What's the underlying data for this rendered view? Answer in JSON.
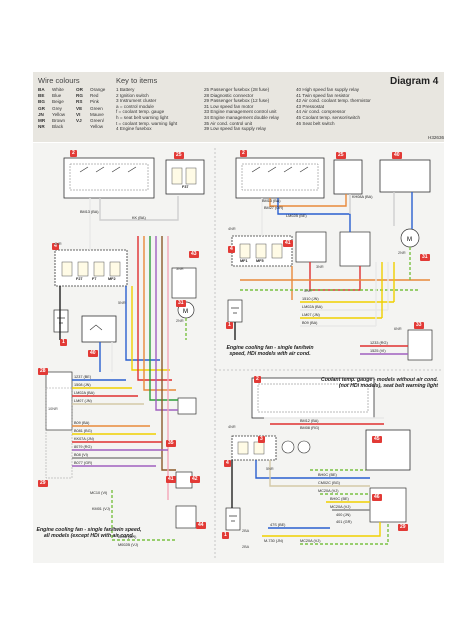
{
  "header": {
    "wire_colours_title": "Wire colours",
    "key_title": "Key to items",
    "diagram_title": "Diagram 4",
    "ref_code": "H32636"
  },
  "wire_colours": [
    [
      "BA",
      "White",
      "OR",
      "Orange"
    ],
    [
      "BE",
      "Blue",
      "RG",
      "Red"
    ],
    [
      "BG",
      "Beige",
      "RS",
      "Pink"
    ],
    [
      "GR",
      "Grey",
      "VE",
      "Green"
    ],
    [
      "JN",
      "Yellow",
      "VI",
      "Mauve"
    ],
    [
      "MR",
      "Brown",
      "VJ",
      "Green/"
    ],
    [
      "NR",
      "Black",
      "",
      "Yellow"
    ]
  ],
  "key_col1": [
    "1   Battery",
    "2   Ignition switch",
    "3   Instrument cluster",
    "     a = control module",
    "     f = coolant temp. gauge",
    "     h = seat belt warning light",
    "     t = coolant temp. warning light",
    "4   Engine fusebox"
  ],
  "key_col2": [
    "25  Passenger fusebox (28 fuse)",
    "28  Diagnostic connector",
    "29  Passenger fusebox (12 fuse)",
    "31  Low speed fan motor",
    "33  Engine management control unit",
    "34  Engine management double relay",
    "35  Air cond. control unit",
    "39  Low speed fan supply relay"
  ],
  "key_col3": [
    "40  High speed fan supply relay",
    "41  Twin speed fan resistor",
    "42  Air cond. coolant temp. thermistor",
    "43  Pressostat",
    "44  Air cond. compressor",
    "45  Coolant temp. sensor/switch",
    "46  Seat belt switch"
  ],
  "captions": {
    "cap_a": "Engine cooling fan - single fan/twin speed, all models (except HDi with air cond.",
    "cap_b": "Engine cooling fan - single fan/twin speed, HDi models with air cond.",
    "cap_c": "Coolant temp. gauge - models without air cond. (not HDi models), seat belt warning light"
  },
  "item_numbers": {
    "n2a": "2",
    "n25a": "25",
    "n4a": "4",
    "n43a": "43",
    "n31a": "31",
    "n1a": "1",
    "n40a": "40",
    "n28a": "28",
    "n29a": "29",
    "n35a": "35",
    "n41a": "41",
    "n42a": "42",
    "n44a": "44",
    "n2b": "2",
    "n25b": "25",
    "n40b": "40",
    "n4b": "4",
    "n41b": "41",
    "n1b": "1",
    "n31b": "31",
    "n33b": "33",
    "n2c": "2",
    "n3c": "3",
    "n4c": "4",
    "n45c": "45",
    "n46c": "46",
    "n29c": "29",
    "n1c": "1"
  },
  "wire_labels": {
    "a1": "BM13 (BA)",
    "a2": "KK (BA)",
    "a3": "1237 (BE)",
    "a4": "1508 (JN)",
    "a5": "LM02A (BA)",
    "a6": "LM07 (JN)",
    "a7": "B09 (BA)",
    "a8": "B081 (BG)",
    "a9": "KK07A (JN)",
    "a10": "8079 (RG)",
    "a11": "B08 (VI)",
    "a12": "B077 (GR)",
    "a13": "MC10 (VI)",
    "a14": "KM01 (VJ)",
    "a15": "B098 (MR)",
    "a16": "M002B (VJ)",
    "b1": "BM13 (BA)",
    "b2": "BM27 (OR)",
    "b3": "LM02B (BE)",
    "b4": "KH08A (BA)",
    "b5": "1510 (JN)",
    "b6": "LM02A (BA)",
    "b7": "LM07 (JN)",
    "b8": "B09 (BA)",
    "b9": "1233 (RG)",
    "b10": "1525 (VI)",
    "c1": "BM12 (BA)",
    "c2": "BM08 (RG)",
    "c3": "BH0C (BE)",
    "c4": "CM02C (BG)",
    "c5": "MC20A (VJ)",
    "c6": "BH0C (BE)",
    "c7": "MC20A (VJ)",
    "c8": "400 (JN)",
    "c9": "401 (GR)",
    "c10": "47S (BE)",
    "c11": "MC20A (VJ)",
    "c12": "M-730 (JN)"
  },
  "pin_labels": {
    "p1": "4NR",
    "p2": "10NR",
    "p3": "5NR",
    "p4": "3NR",
    "p5": "2NR",
    "p6": "4NR",
    "p7": "2NR",
    "p8": "3NR",
    "p9": "5NR",
    "p10": "6NR",
    "p11": "4NR",
    "p12": "5NR",
    "p13": "2BA",
    "p14": "2BA"
  },
  "fuse_labels": {
    "f1": "F37",
    "f2": "F27",
    "f3": "F7",
    "f4": "MF2",
    "f5": "MF1",
    "f6": "MF5"
  }
}
